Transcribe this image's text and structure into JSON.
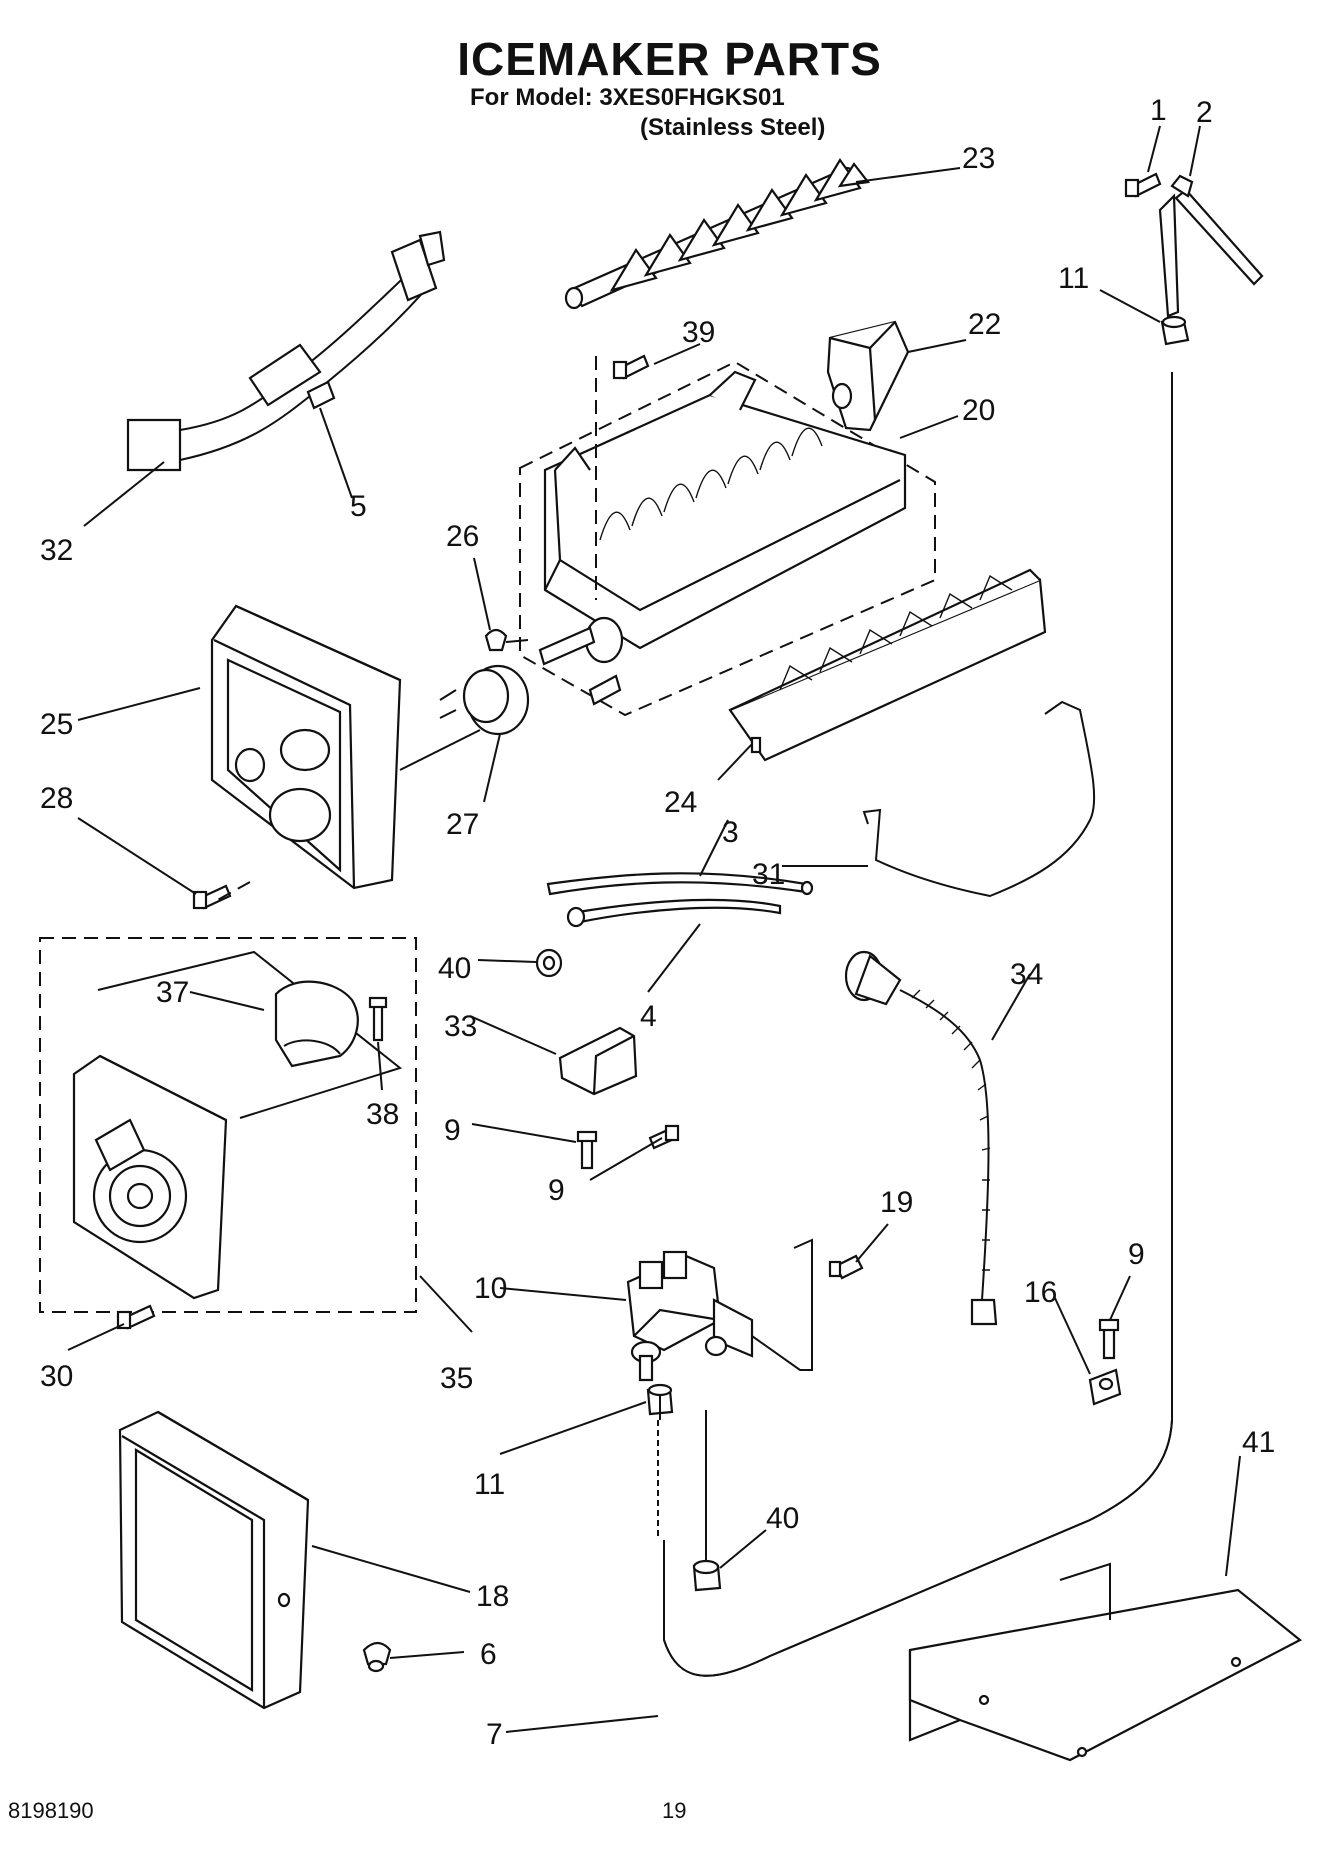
{
  "header": {
    "title": "ICEMAKER PARTS",
    "model_line": "For Model: 3XES0FHGKS01",
    "finish": "(Stainless Steel)"
  },
  "footer": {
    "doc_number": "8198190",
    "page_number": "19"
  },
  "callouts": {
    "c1": "1",
    "c2": "2",
    "c23": "23",
    "c11a": "11",
    "c39": "39",
    "c22": "22",
    "c20": "20",
    "c5": "5",
    "c32": "32",
    "c26": "26",
    "c25": "25",
    "c28": "28",
    "c27": "27",
    "c24": "24",
    "c3": "3",
    "c31": "31",
    "c40a": "40",
    "c4": "4",
    "c37": "37",
    "c34": "34",
    "c33": "33",
    "c38": "38",
    "c9a": "9",
    "c9b": "9",
    "c19": "19",
    "c9c": "9",
    "c10": "10",
    "c16": "16",
    "c30": "30",
    "c35": "35",
    "c11b": "11",
    "c41": "41",
    "c40b": "40",
    "c18": "18",
    "c6": "6",
    "c7": "7"
  }
}
